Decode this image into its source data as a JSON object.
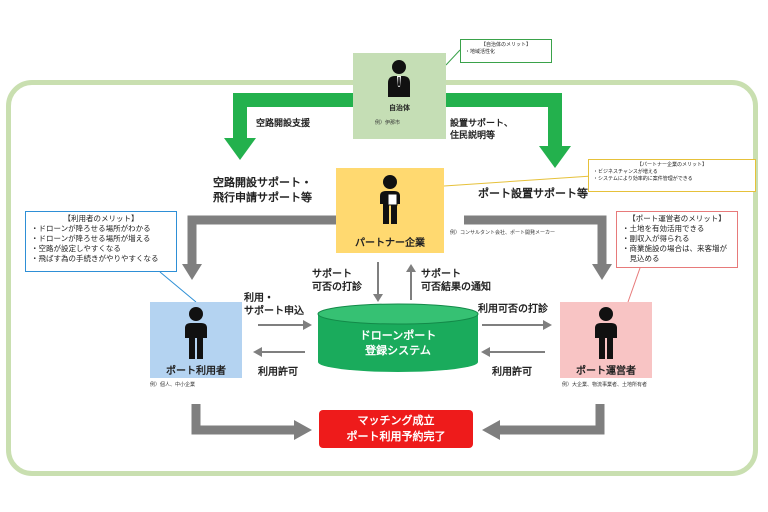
{
  "municipality": {
    "label": "自治体",
    "example": "例）伊那市",
    "merit": {
      "title": "【自治体のメリット】",
      "items": [
        "・地域活性化"
      ]
    }
  },
  "partner": {
    "label": "パートナー企業",
    "example": "例）コンサルタント会社、ポート開発メーカー",
    "merit": {
      "title": "【パートナー企業のメリット】",
      "items": [
        "・ビジネスチャンスが増える",
        "・システムにより効率的に案件管理ができる"
      ]
    }
  },
  "user": {
    "label": "ポート利用者",
    "example": "例）個人、中小企業",
    "merit": {
      "title": "【利用者のメリット】",
      "items": [
        "・ドローンが降ろせる場所がわかる",
        "・ドローンが降ろせる場所が増える",
        "・空路が設定しやすくなる",
        "・飛ばす為の手続きがやりやすくなる"
      ]
    }
  },
  "operator": {
    "label": "ポート運営者",
    "example": "例）大企業、物流事業者、土地所有者",
    "merit": {
      "title": "【ポート運営者のメリット】",
      "items": [
        "・土地を有効活用できる",
        "・副収入が得られる",
        "・商業施設の場合は、来客増が",
        "　見込める"
      ]
    }
  },
  "system": {
    "line1": "ドローンポート",
    "line2": "登録システム"
  },
  "matching": {
    "line1": "マッチング成立",
    "line2": "ポート利用予約完了"
  },
  "flows": {
    "airway_support": "空路開設支援",
    "install_support_1": "設置サポート、",
    "install_support_2": "住民説明等",
    "airway_apply_1": "空路開設サポート・",
    "airway_apply_2": "飛行申請サポート等",
    "port_install": "ポート設置サポート等",
    "support_check_1": "サポート",
    "support_check_2": "可否の打診",
    "support_result_1": "サポート",
    "support_result_2": "可否結果の通知",
    "use_apply_1": "利用・",
    "use_apply_2": "サポート申込",
    "use_permit_left": "利用許可",
    "use_check": "利用可否の打診",
    "use_permit_right": "利用許可"
  },
  "colors": {
    "municipality_bg": "#c5deb5",
    "partner_bg": "#ffd970",
    "user_bg": "#b4d3f1",
    "operator_bg": "#f8c4c4",
    "system_green": "#1aab5c",
    "matching_red": "#ee1b1b",
    "green_arrow": "#23b14d",
    "gray_arrow": "#7f7f7f",
    "outer_border": "#c9dfb0"
  },
  "icons": [
    "person-icon",
    "suited-person-icon",
    "cylinder-database-icon",
    "arrow-icon"
  ]
}
